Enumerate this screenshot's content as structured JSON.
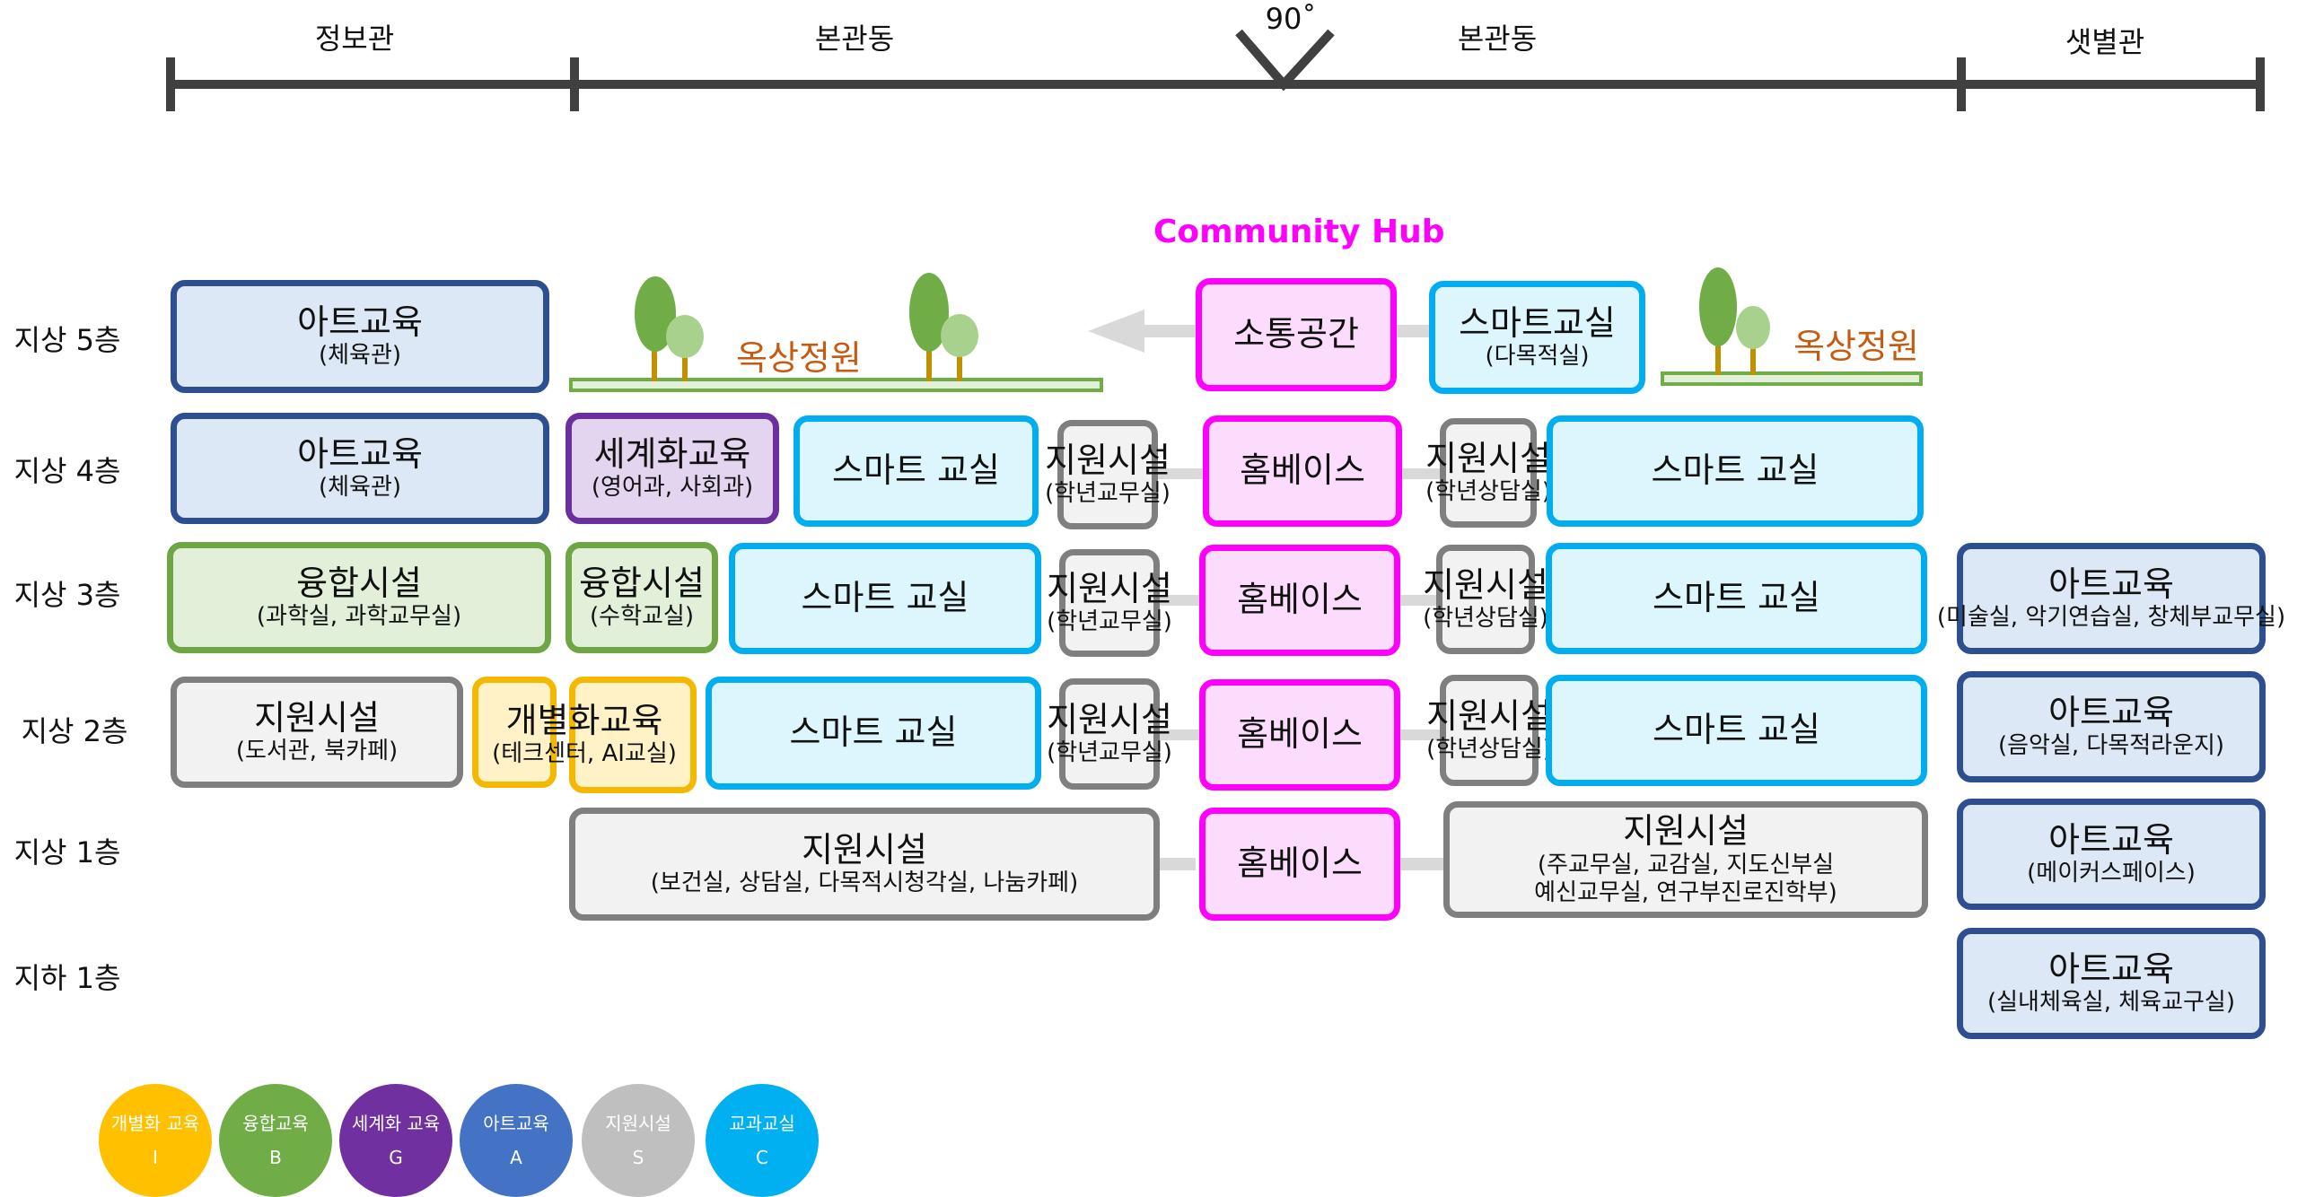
{
  "buildings": {
    "info": "정보관",
    "main_left": "본관동",
    "angle": "90˚",
    "main_right": "본관동",
    "saetbyeol": "샛별관"
  },
  "community_hub": "Community Hub",
  "floors": [
    "지상 5층",
    "지상 4층",
    "지상 3층",
    "지상 2층",
    "지상 1층",
    "지하 1층"
  ],
  "rooftop_garden": "옥상정원",
  "f5": {
    "art": {
      "title": "아트교육",
      "sub": "(체육관)"
    },
    "comm": "소통공간",
    "smart": {
      "title": "스마트교실",
      "sub": "(다목적실)"
    }
  },
  "f4": {
    "art": {
      "title": "아트교육",
      "sub": "(체육관)"
    },
    "global": {
      "title": "세계화교육",
      "sub": "(영어과, 사회과)"
    },
    "smart_l": "스마트 교실",
    "sup_l": {
      "title": "지원시설",
      "sub": "(학년교무실)"
    },
    "home": "홈베이스",
    "sup_r": {
      "title": "지원시설",
      "sub": "(학년상담실)"
    },
    "smart_r": "스마트 교실"
  },
  "f3": {
    "fusion1": {
      "title": "융합시설",
      "sub": "(과학실, 과학교무실)"
    },
    "fusion2": {
      "title": "융합시설",
      "sub": "(수학교실)"
    },
    "smart_l": "스마트 교실",
    "sup_l": {
      "title": "지원시설",
      "sub": "(학년교무실)"
    },
    "home": "홈베이스",
    "sup_r": {
      "title": "지원시설",
      "sub": "(학년상담실)"
    },
    "smart_r": "스마트 교실",
    "art": {
      "title": "아트교육",
      "sub": "(미술실, 악기연습실, 창체부교무실)"
    }
  },
  "f2": {
    "support": {
      "title": "지원시설",
      "sub": "(도서관, 북카페)"
    },
    "indiv": {
      "title": "개별화교육",
      "sub": "(테크센터, AI교실)"
    },
    "smart_l": "스마트 교실",
    "sup_l": {
      "title": "지원시설",
      "sub": "(학년교무실)"
    },
    "home": "홈베이스",
    "sup_r": {
      "title": "지원시설",
      "sub": "(학년상담실)"
    },
    "smart_r": "스마트 교실",
    "art": {
      "title": "아트교육",
      "sub": "(음악실, 다목적라운지)"
    }
  },
  "f1": {
    "support_l": {
      "title": "지원시설",
      "sub": "(보건실, 상담실, 다목적시청각실, 나눔카페)"
    },
    "home": "홈베이스",
    "support_r": {
      "title": "지원시설",
      "sub1": "(주교무실, 교감실, 지도신부실",
      "sub2": "예신교무실, 연구부진로진학부)"
    },
    "art": {
      "title": "아트교육",
      "sub": "(메이커스페이스)"
    }
  },
  "b1": {
    "art": {
      "title": "아트교육",
      "sub": "(실내체육실, 체육교구실)"
    }
  },
  "legend": [
    {
      "label": "개별화 교육",
      "code": "I",
      "color": "#ffc000"
    },
    {
      "label": "융합교육",
      "code": "B",
      "color": "#70ad47"
    },
    {
      "label": "세계화 교육",
      "code": "G",
      "color": "#7030a0"
    },
    {
      "label": "아트교육",
      "code": "A",
      "color": "#4472c4"
    },
    {
      "label": "지원시설",
      "code": "S",
      "color": "#bfbfbf"
    },
    {
      "label": "교과교실",
      "code": "C",
      "color": "#00b0f0"
    }
  ],
  "colors": {
    "art": "#2e4f8f",
    "fusion": "#6fa544",
    "global": "#6b2fa0",
    "smart": "#00aeef",
    "support": "#7f7f7f",
    "individual": "#f5b800",
    "hub": "#ff00ff",
    "garden_text": "#c55a11"
  }
}
